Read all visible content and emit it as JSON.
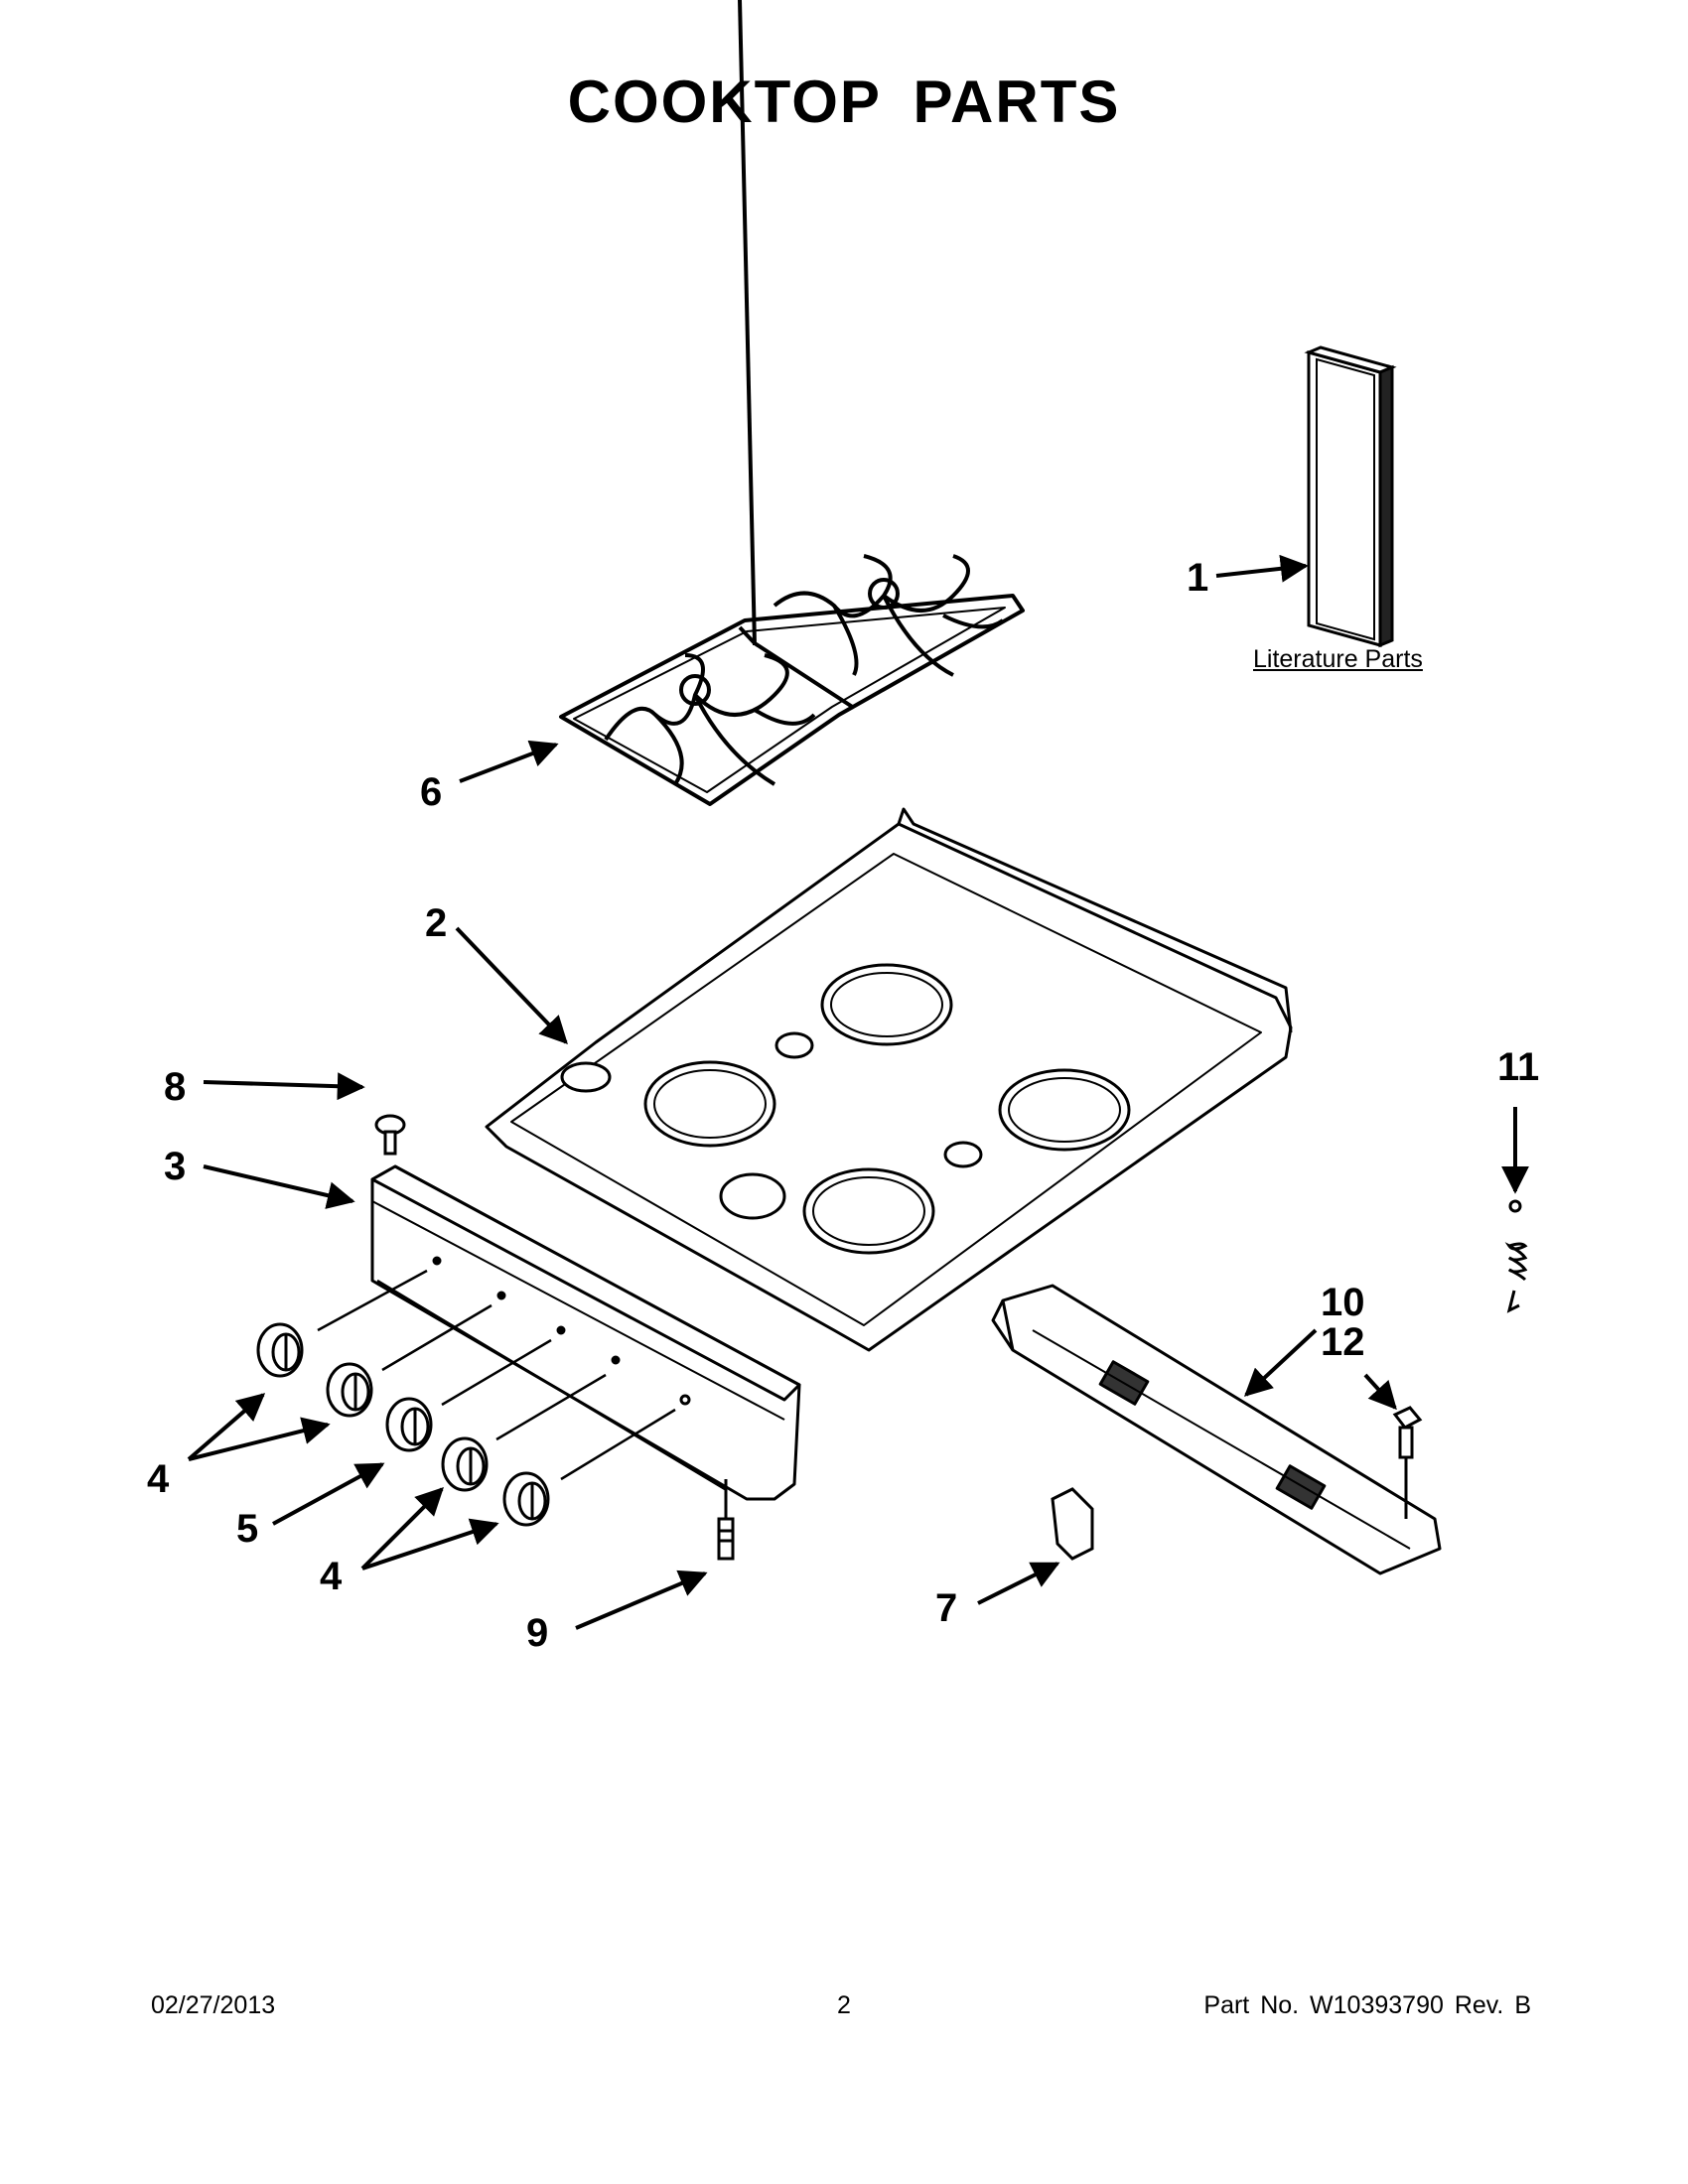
{
  "title": "COOKTOP PARTS",
  "literature_label": "Literature Parts",
  "callouts": {
    "c1": "1",
    "c2": "2",
    "c3": "3",
    "c4a": "4",
    "c4b": "4",
    "c5": "5",
    "c6": "6",
    "c7": "7",
    "c8": "8",
    "c9": "9",
    "c10": "10",
    "c11": "11",
    "c12": "12"
  },
  "footer": {
    "date": "02/27/2013",
    "page": "2",
    "part_no": "Part No.  W10393790  Rev.  B"
  }
}
